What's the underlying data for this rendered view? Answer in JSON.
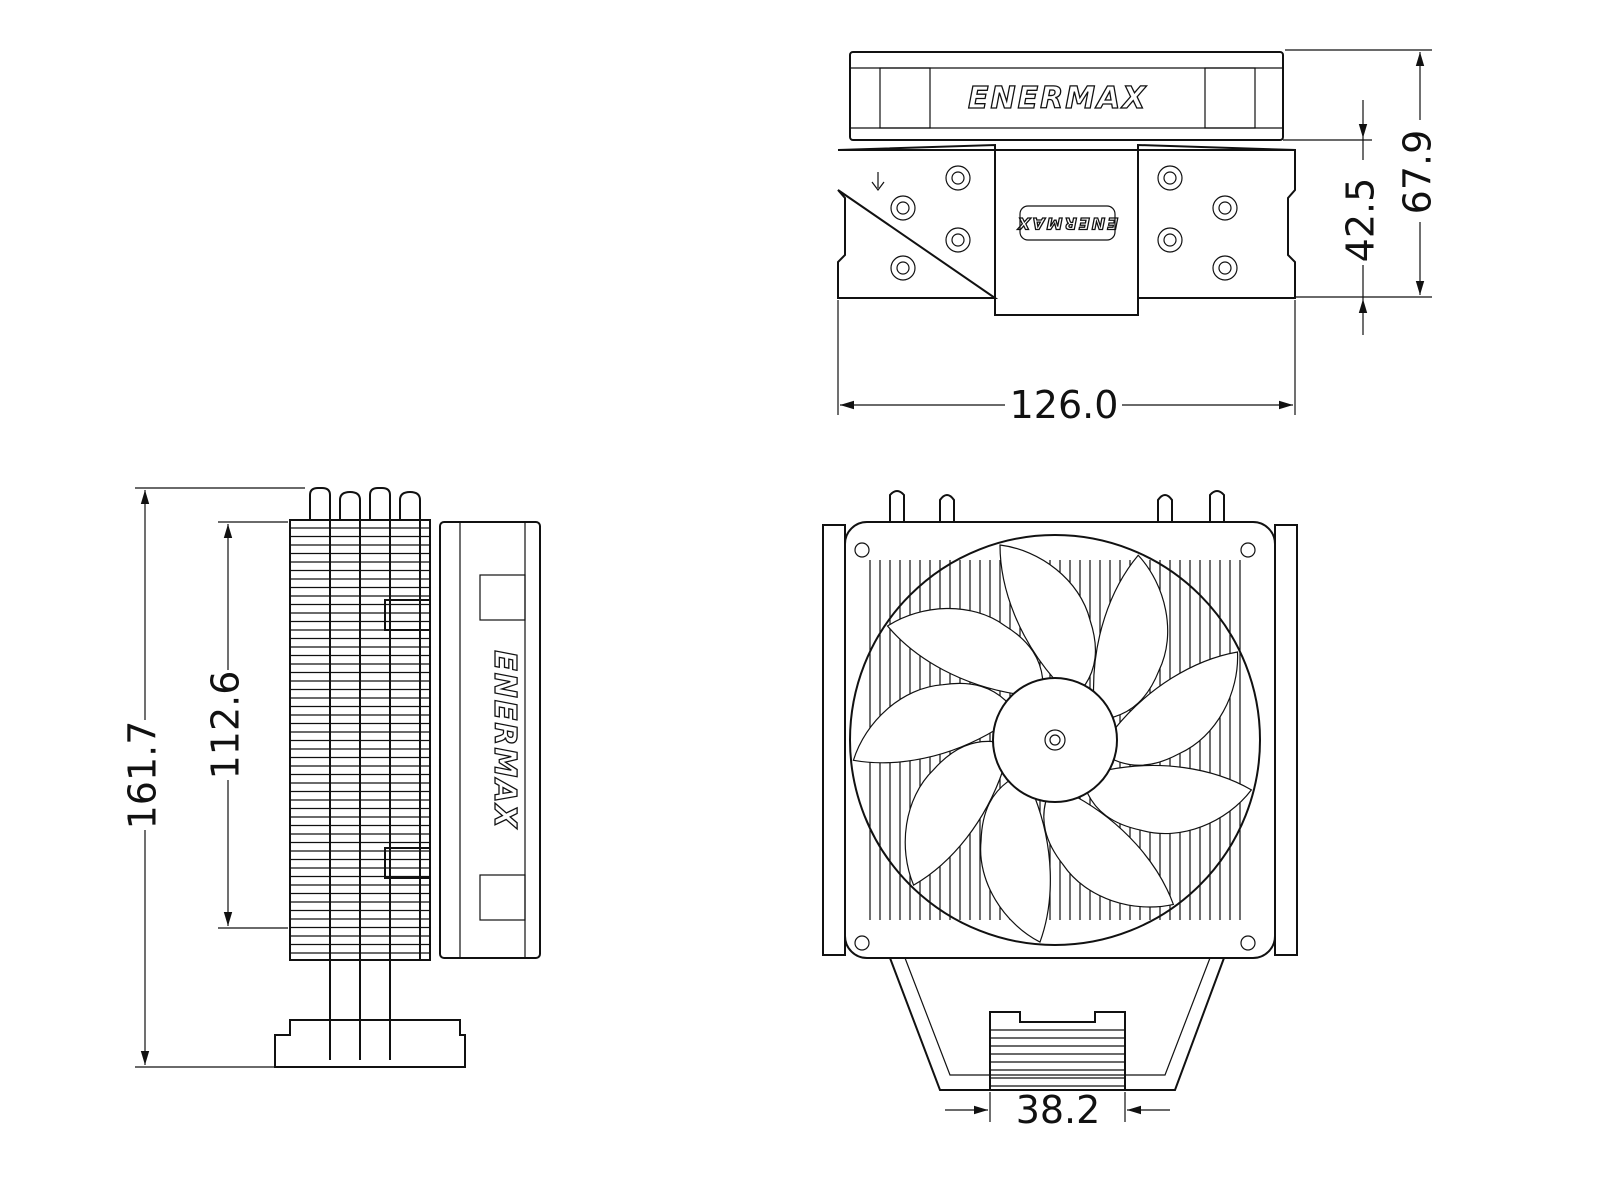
{
  "brand": "ENERMAX",
  "dimensions": {
    "top_width": "126.0",
    "top_height_small": "42.5",
    "top_height_total": "67.9",
    "side_total_height": "161.7",
    "side_fin_height": "112.6",
    "base_width": "38.2"
  },
  "colors": {
    "line": "#111111",
    "background": "#ffffff"
  }
}
